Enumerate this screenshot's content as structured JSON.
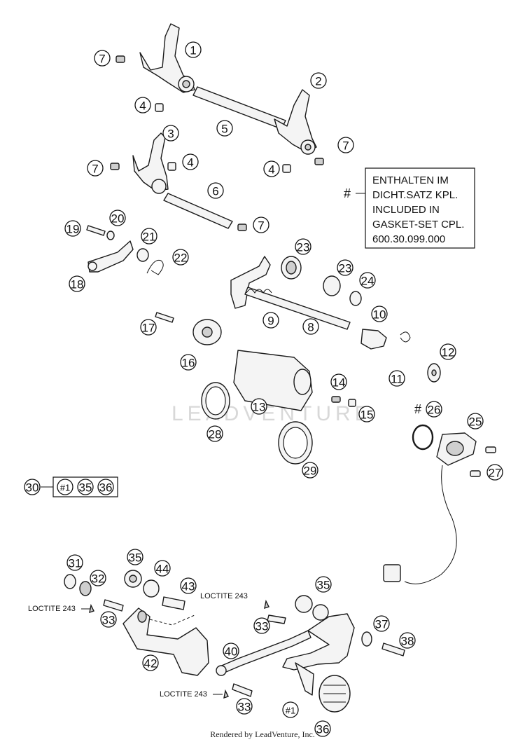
{
  "callouts": {
    "c1": "1",
    "c2": "2",
    "c3": "3",
    "c4a": "4",
    "c4b": "4",
    "c4c": "4",
    "c5": "5",
    "c6": "6",
    "c7a": "7",
    "c7b": "7",
    "c7c": "7",
    "c7d": "7",
    "c8": "8",
    "c9": "9",
    "c10": "10",
    "c11": "11",
    "c12": "12",
    "c13": "13",
    "c14": "14",
    "c15": "15",
    "c16": "16",
    "c17": "17",
    "c18": "18",
    "c19": "19",
    "c20": "20",
    "c21": "21",
    "c22": "22",
    "c23a": "23",
    "c23b": "23",
    "c24": "24",
    "c25": "25",
    "c26": "26",
    "c27": "27",
    "c28": "28",
    "c29": "29",
    "c30": "30",
    "c31": "31",
    "c32": "32",
    "c33a": "33",
    "c33b": "33",
    "c33c": "33",
    "c35a": "35",
    "c35b": "35",
    "c36a": "36",
    "c36b": "36",
    "c37": "37",
    "c38": "38",
    "c40": "40",
    "c42": "42",
    "c43": "43",
    "c44": "44",
    "c1a": "#1",
    "c1b": "#1"
  },
  "markers": {
    "hash": "#"
  },
  "gasket_note": {
    "line1": "ENTHALTEN IM",
    "line2": "DICHT.SATZ KPL.",
    "line3": "INCLUDED IN",
    "line4": "GASKET-SET CPL.",
    "line5": "600.30.099.000"
  },
  "loctite_notes": {
    "n1": "LOCTITE 243",
    "n2": "LOCTITE 243",
    "n3": "LOCTITE 243"
  },
  "watermark": "LEADVENTURE",
  "footer": "Rendered by LeadVenture, Inc."
}
